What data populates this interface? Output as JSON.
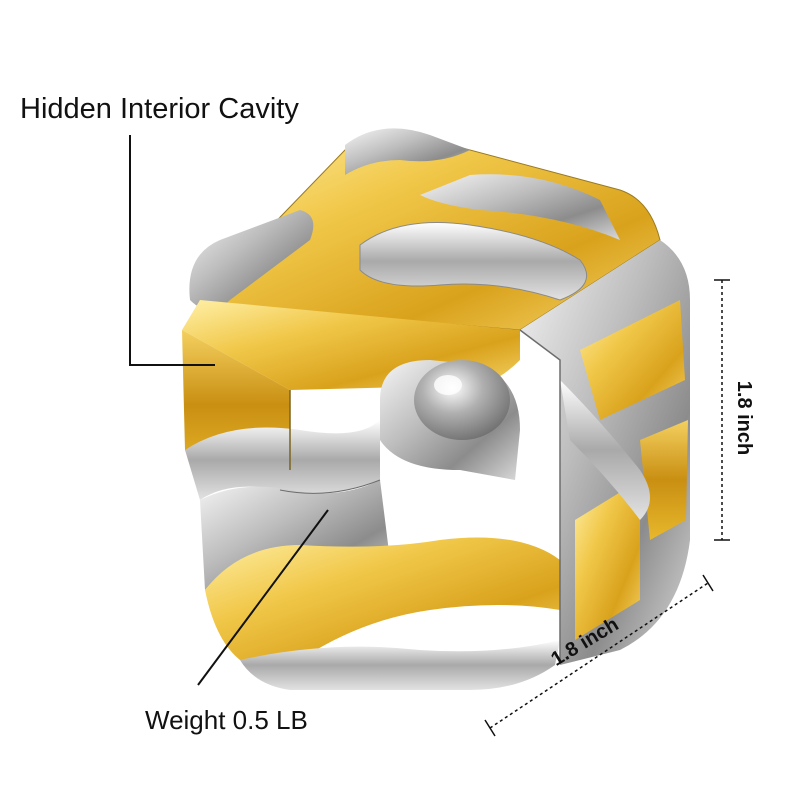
{
  "annotations": {
    "cavity_label": "Hidden Interior Cavity",
    "weight_label": "Weight 0.5 LB",
    "height_label": "1.8 inch",
    "width_label": "1.8 inch"
  },
  "colors": {
    "gold": "#e8b82c",
    "silver": "#c9c9c9",
    "line": "#111111",
    "background": "#ffffff"
  }
}
